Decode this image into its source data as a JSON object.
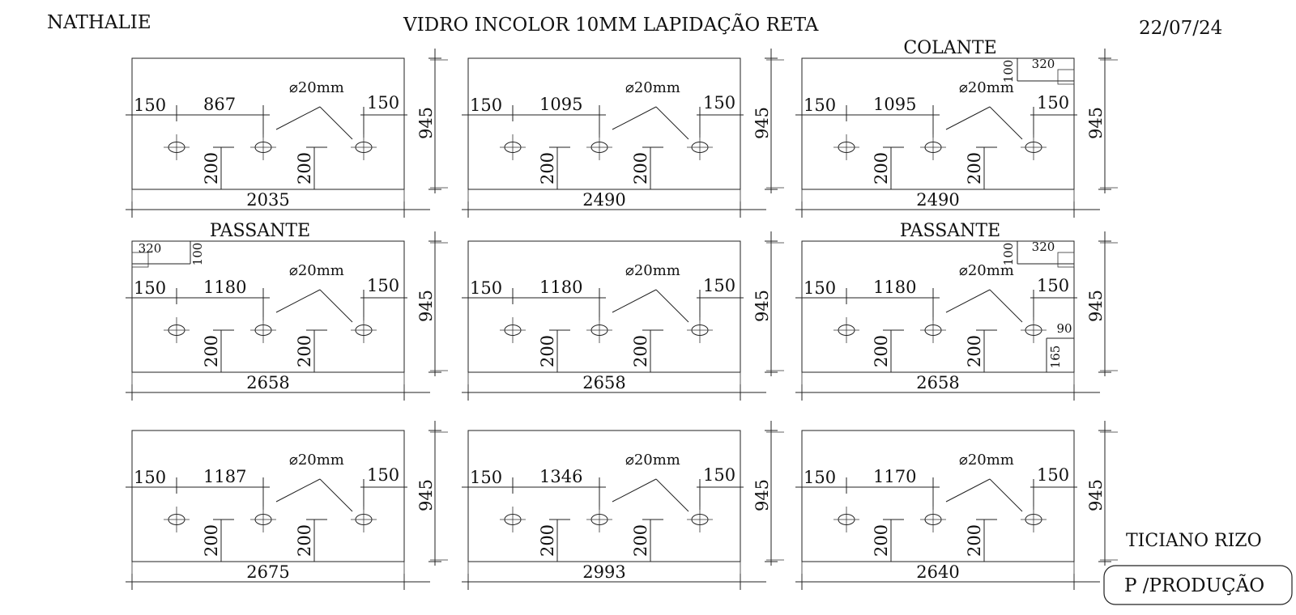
{
  "header": {
    "client": "NATHALIE",
    "spec": "VIDRO INCOLOR  10MM  LAPIDAÇÃO RETA",
    "date": "22/07/24"
  },
  "footer": {
    "author": "TICIANO RIZO",
    "stamp": "P /PRODUÇÃO"
  },
  "hole_label": "⌀20mm",
  "panels": [
    {
      "width": "2035",
      "height": "945",
      "left_margin": "150",
      "spacing": "867",
      "right_margin": "150",
      "hole_depth_1": "200",
      "hole_depth_2": "200",
      "tag": "",
      "notch": null,
      "side_notch": null
    },
    {
      "width": "2490",
      "height": "945",
      "left_margin": "150",
      "spacing": "1095",
      "right_margin": "150",
      "hole_depth_1": "200",
      "hole_depth_2": "200",
      "tag": "",
      "notch": null,
      "side_notch": null
    },
    {
      "width": "2490",
      "height": "945",
      "left_margin": "150",
      "spacing": "1095",
      "right_margin": "150",
      "hole_depth_1": "200",
      "hole_depth_2": "200",
      "tag": "COLANTE",
      "notch": {
        "corner": "top-right",
        "w": "320",
        "h": "100"
      },
      "side_notch": null
    },
    {
      "width": "2658",
      "height": "945",
      "left_margin": "150",
      "spacing": "1180",
      "right_margin": "150",
      "hole_depth_1": "200",
      "hole_depth_2": "200",
      "tag": "PASSANTE",
      "notch": {
        "corner": "top-left",
        "w": "320",
        "h": "100"
      },
      "side_notch": null
    },
    {
      "width": "2658",
      "height": "945",
      "left_margin": "150",
      "spacing": "1180",
      "right_margin": "150",
      "hole_depth_1": "200",
      "hole_depth_2": "200",
      "tag": "",
      "notch": null,
      "side_notch": null
    },
    {
      "width": "2658",
      "height": "945",
      "left_margin": "150",
      "spacing": "1180",
      "right_margin": "150",
      "hole_depth_1": "200",
      "hole_depth_2": "200",
      "tag": "PASSANTE",
      "notch": {
        "corner": "top-right",
        "w": "320",
        "h": "100"
      },
      "side_notch": {
        "w": "90",
        "h": "165"
      }
    },
    {
      "width": "2675",
      "height": "945",
      "left_margin": "150",
      "spacing": "1187",
      "right_margin": "150",
      "hole_depth_1": "200",
      "hole_depth_2": "200",
      "tag": "",
      "notch": null,
      "side_notch": null
    },
    {
      "width": "2993",
      "height": "945",
      "left_margin": "150",
      "spacing": "1346",
      "right_margin": "150",
      "hole_depth_1": "200",
      "hole_depth_2": "200",
      "tag": "",
      "notch": null,
      "side_notch": null
    },
    {
      "width": "2640",
      "height": "945",
      "left_margin": "150",
      "spacing": "1170",
      "right_margin": "150",
      "hole_depth_1": "200",
      "hole_depth_2": "200",
      "tag": "",
      "notch": null,
      "side_notch": null
    }
  ]
}
